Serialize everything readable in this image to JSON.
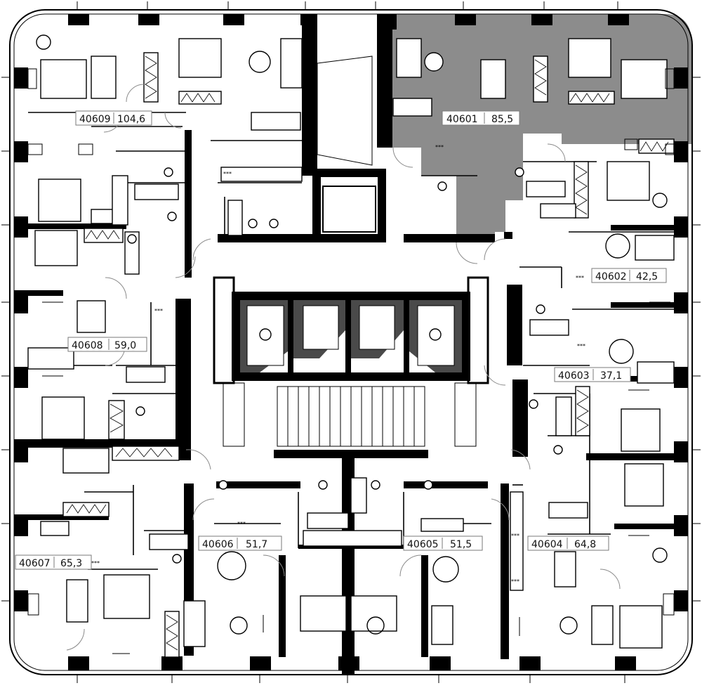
{
  "floor_plan": {
    "highlight_color": "#8c8c8c",
    "wall_color": "#000000",
    "units": [
      {
        "id": "40601",
        "area": "85,5",
        "highlighted": true
      },
      {
        "id": "40602",
        "area": "42,5",
        "highlighted": false
      },
      {
        "id": "40603",
        "area": "37,1",
        "highlighted": false
      },
      {
        "id": "40604",
        "area": "64,8",
        "highlighted": false
      },
      {
        "id": "40605",
        "area": "51,5",
        "highlighted": false
      },
      {
        "id": "40606",
        "area": "51,7",
        "highlighted": false
      },
      {
        "id": "40607",
        "area": "65,3",
        "highlighted": false
      },
      {
        "id": "40608",
        "area": "59,0",
        "highlighted": false
      },
      {
        "id": "40609",
        "area": "104,6",
        "highlighted": false
      }
    ],
    "stove_marks": "***"
  }
}
